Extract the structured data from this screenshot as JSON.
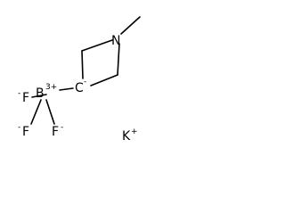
{
  "molecule": {
    "atoms": {
      "nitrogen": "N",
      "carbanion": "C",
      "carbanion_charge": "-",
      "boron": "B",
      "boron_charge": "3+",
      "fluorine_1": "F",
      "fluorine_1_charge": "-",
      "fluorine_2": "F",
      "fluorine_2_charge": "-",
      "fluorine_3": "F",
      "fluorine_3_charge": "-",
      "potassium": "K",
      "potassium_charge": "+"
    }
  }
}
